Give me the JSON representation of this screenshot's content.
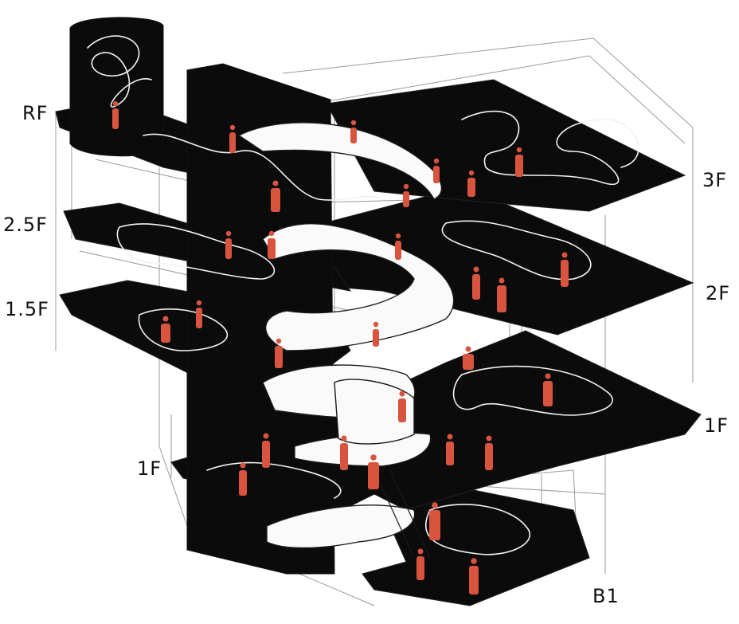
{
  "floor_labels": {
    "rf": "RF",
    "f2_5": "2.5F",
    "f1_5": "1.5F",
    "f1_left": "1F",
    "f3": "3F",
    "f2": "2F",
    "f1_right": "1F",
    "b1": "B1"
  },
  "colors": {
    "slab": "#0b0b0b",
    "figure": "#d9543f",
    "ramp": "#fafafa",
    "line": "#f2f2f2"
  }
}
